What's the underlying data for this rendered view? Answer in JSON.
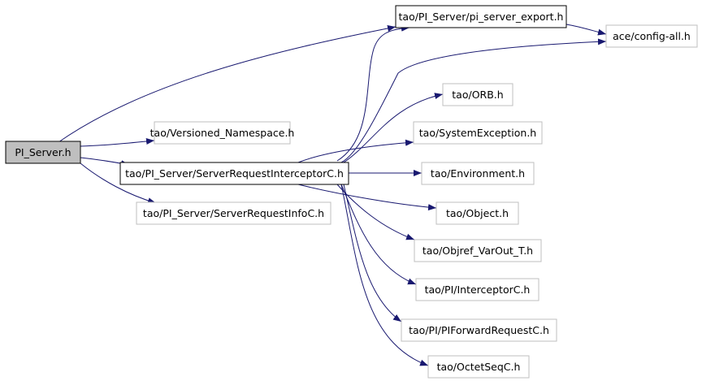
{
  "diagram": {
    "colors": {
      "edge": "#191970",
      "root_fill": "#bfbfbf",
      "node_border_documented": "#000000",
      "node_border_external": "#bfbfbf",
      "node_fill": "#ffffff"
    },
    "nodes": [
      {
        "id": "pi-server-h",
        "label": "PI_Server.h",
        "style": "root"
      },
      {
        "id": "pi-server-export-h",
        "label": "tao/PI_Server/pi_server_export.h",
        "style": "documented"
      },
      {
        "id": "config-all-h",
        "label": "ace/config-all.h",
        "style": "external"
      },
      {
        "id": "versioned-namespace-h",
        "label": "tao/Versioned_Namespace.h",
        "style": "external"
      },
      {
        "id": "server-request-interceptor-c-h",
        "label": "tao/PI_Server/ServerRequestInterceptorC.h",
        "style": "documented"
      },
      {
        "id": "server-request-info-c-h",
        "label": "tao/PI_Server/ServerRequestInfoC.h",
        "style": "external"
      },
      {
        "id": "orb-h",
        "label": "tao/ORB.h",
        "style": "external"
      },
      {
        "id": "system-exception-h",
        "label": "tao/SystemException.h",
        "style": "external"
      },
      {
        "id": "environment-h",
        "label": "tao/Environment.h",
        "style": "external"
      },
      {
        "id": "object-h",
        "label": "tao/Object.h",
        "style": "external"
      },
      {
        "id": "objref-varout-t-h",
        "label": "tao/Objref_VarOut_T.h",
        "style": "external"
      },
      {
        "id": "interceptor-c-h",
        "label": "tao/PI/InterceptorC.h",
        "style": "external"
      },
      {
        "id": "pi-forward-request-c-h",
        "label": "tao/PI/PIForwardRequestC.h",
        "style": "external"
      },
      {
        "id": "octet-seq-c-h",
        "label": "tao/OctetSeqC.h",
        "style": "external"
      }
    ],
    "edges": [
      {
        "from": "pi-server-h",
        "to": "pi-server-export-h"
      },
      {
        "from": "pi-server-h",
        "to": "versioned-namespace-h"
      },
      {
        "from": "pi-server-h",
        "to": "server-request-interceptor-c-h"
      },
      {
        "from": "pi-server-h",
        "to": "server-request-info-c-h"
      },
      {
        "from": "pi-server-export-h",
        "to": "config-all-h"
      },
      {
        "from": "server-request-interceptor-c-h",
        "to": "config-all-h"
      },
      {
        "from": "server-request-interceptor-c-h",
        "to": "pi-server-export-h"
      },
      {
        "from": "server-request-interceptor-c-h",
        "to": "orb-h"
      },
      {
        "from": "server-request-interceptor-c-h",
        "to": "system-exception-h"
      },
      {
        "from": "server-request-interceptor-c-h",
        "to": "environment-h"
      },
      {
        "from": "server-request-interceptor-c-h",
        "to": "object-h"
      },
      {
        "from": "server-request-interceptor-c-h",
        "to": "objref-varout-t-h"
      },
      {
        "from": "server-request-interceptor-c-h",
        "to": "interceptor-c-h"
      },
      {
        "from": "server-request-interceptor-c-h",
        "to": "pi-forward-request-c-h"
      },
      {
        "from": "server-request-interceptor-c-h",
        "to": "octet-seq-c-h"
      }
    ]
  }
}
